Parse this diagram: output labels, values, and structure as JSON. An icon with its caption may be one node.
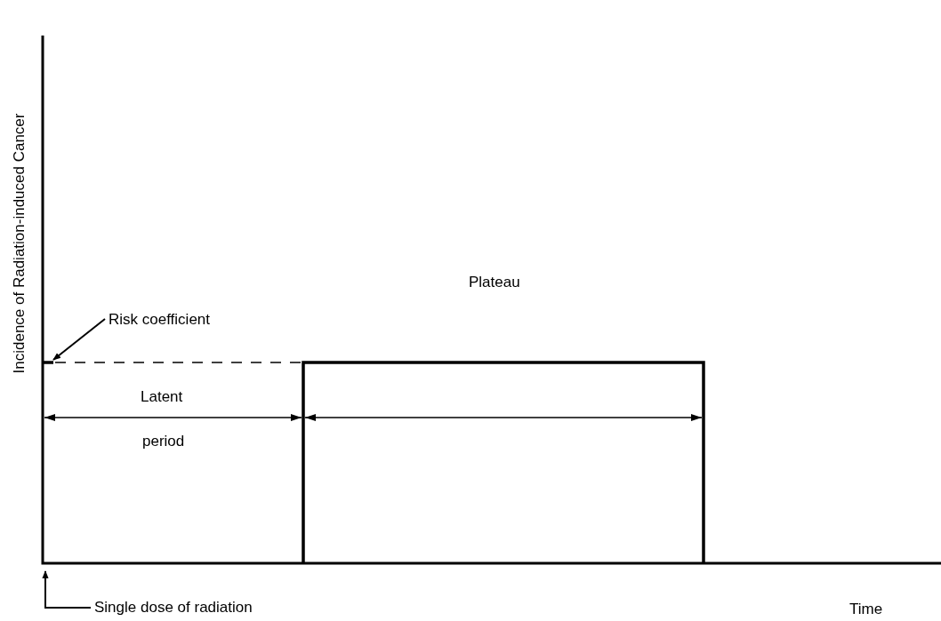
{
  "diagram": {
    "nodes": [
      {
        "text": [
          "Risk coefficient"
        ]
      },
      {
        "text": [
          "Single dose of radiation"
        ]
      }
    ],
    "edges": [
      {
        "from": 0,
        "to": null,
        "arrow": "to"
      },
      {
        "from": 1,
        "to": null,
        "arrow": "to"
      }
    ],
    "labels": [
      "Incidence of Radiation-induced Cancer",
      "Plateau",
      "Latent",
      "period",
      "Time"
    ]
  }
}
